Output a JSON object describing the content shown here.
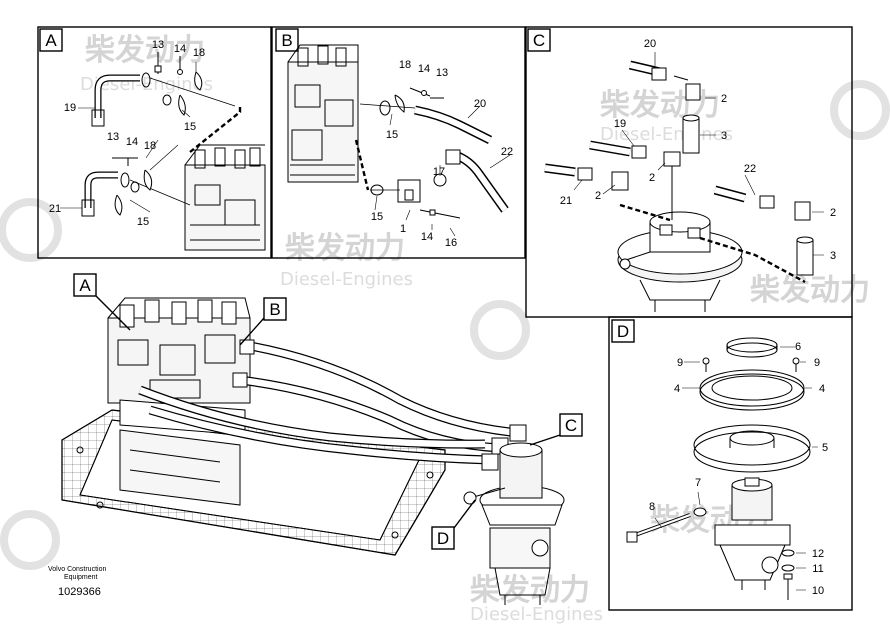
{
  "watermark": {
    "brand_cn": "柴发动力",
    "brand_en": "Diesel-Engines"
  },
  "panels": [
    {
      "letter": "A",
      "labels": [
        "13",
        "14",
        "18",
        "19",
        "15",
        "13",
        "14",
        "18",
        "21",
        "15"
      ]
    },
    {
      "letter": "B",
      "labels": [
        "18",
        "14",
        "13",
        "20",
        "15",
        "22",
        "17",
        "15",
        "1",
        "14",
        "16"
      ]
    },
    {
      "letter": "C",
      "labels": [
        "20",
        "2",
        "3",
        "19",
        "2",
        "21",
        "2",
        "22",
        "2",
        "3"
      ]
    },
    {
      "letter": "D",
      "labels": [
        "6",
        "9",
        "9",
        "4",
        "4",
        "5",
        "8",
        "7",
        "12",
        "11",
        "10"
      ]
    }
  ],
  "main_callouts": [
    "A",
    "B",
    "C",
    "D"
  ],
  "caption": {
    "line1": "Volvo Construction",
    "line2": "Equipment"
  },
  "part_number": "1029366"
}
